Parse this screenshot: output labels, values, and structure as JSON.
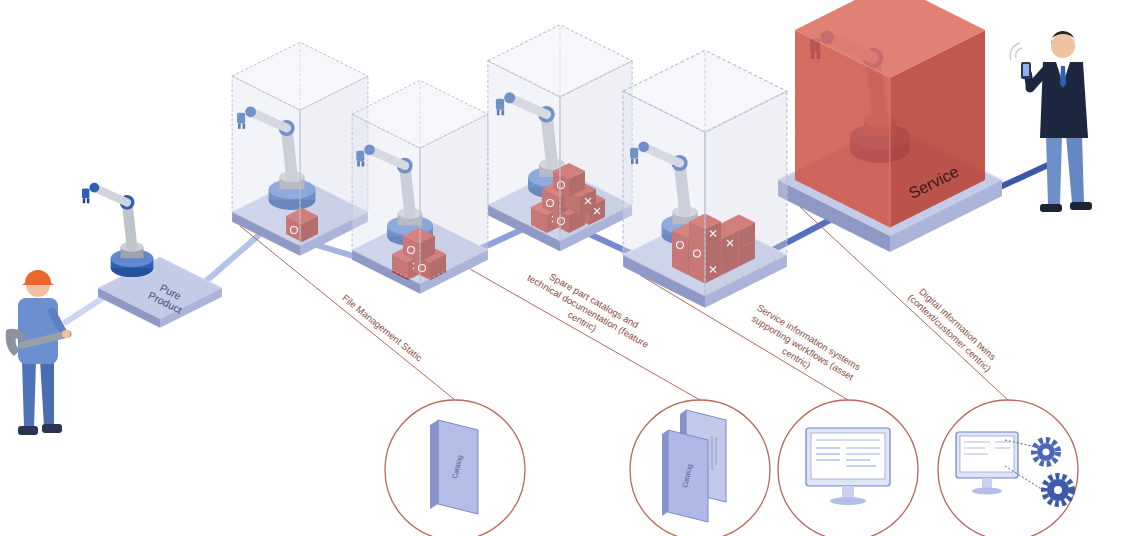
{
  "diagram": {
    "nodes": [
      {
        "text": [
          "Pure Product"
        ]
      },
      {
        "text": [
          "Service"
        ]
      }
    ],
    "labels": [
      "File Management Static",
      "Spare part catalogs and technical documentation (feature centric)",
      "Service information systems supporting workflows (asset centric)",
      "Digital information twins (context/customer centric)",
      "Catalog",
      "Catalog"
    ]
  }
}
